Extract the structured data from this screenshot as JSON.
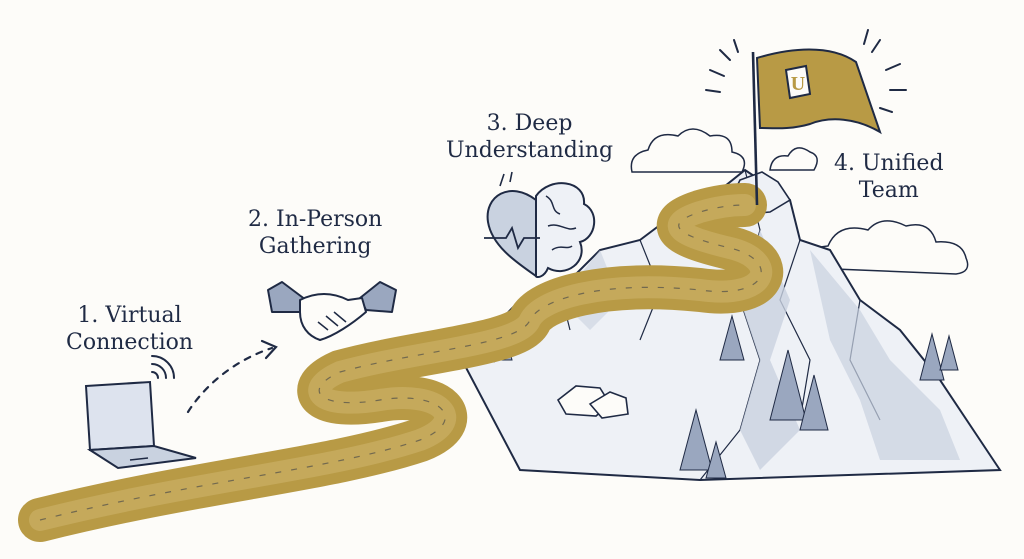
{
  "steps": [
    {
      "number": "1.",
      "line1": "Virtual",
      "line2": "Connection",
      "icon": "laptop-icon"
    },
    {
      "number": "2.",
      "line1": "In-Person",
      "line2": "Gathering",
      "icon": "handshake-icon"
    },
    {
      "number": "3.",
      "line1": "Deep",
      "line2": "Understanding",
      "icon": "heart-brain-icon"
    },
    {
      "number": "4.",
      "line1": "Unified",
      "line2": "Team",
      "icon": "flag-icon"
    }
  ],
  "flag_letter": "U",
  "colors": {
    "ink": "#1f2a44",
    "path_gold": "#b89a45",
    "path_gold_light": "#cdb46a",
    "mountain_shade": "#c9d2e0",
    "background": "#fdfcf9"
  }
}
